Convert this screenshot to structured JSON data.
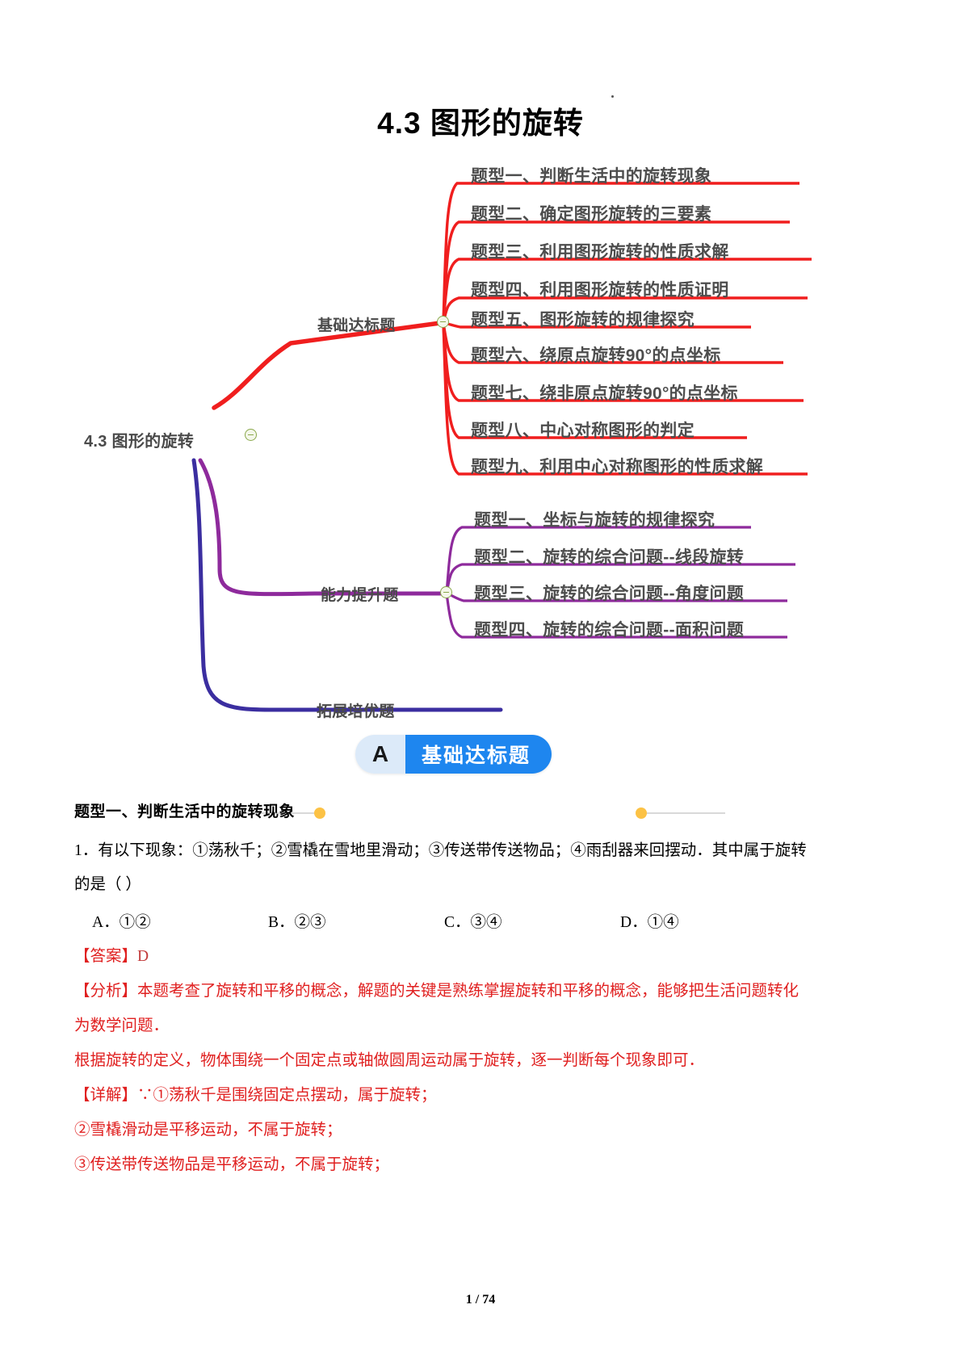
{
  "document": {
    "title": "4.3  图形的旋转",
    "footer": "1 / 74"
  },
  "mindmap": {
    "root": "4.3 图形的旋转",
    "branches": [
      {
        "label": "基础达标题",
        "color": "#f01e1e",
        "items": [
          "题型一、判断生活中的旋转现象",
          "题型二、确定图形旋转的三要素",
          "题型三、利用图形旋转的性质求解",
          "题型四、利用图形旋转的性质证明",
          "题型五、图形旋转的规律探究",
          "题型六、绕原点旋转90°的点坐标",
          "题型七、绕非原点旋转90°的点坐标",
          "题型八、中心对称图形的判定",
          "题型九、利用中心对称图形的性质求解"
        ]
      },
      {
        "label": "能力提升题",
        "color": "#8e2a9c",
        "items": [
          "题型一、坐标与旋转的规律探究",
          "题型二、旋转的综合问题--线段旋转",
          "题型三、旋转的综合问题--角度问题",
          "题型四、旋转的综合问题--面积问题"
        ]
      },
      {
        "label": "拓展培优题",
        "color": "#3b2ea0",
        "items": []
      }
    ]
  },
  "badge": {
    "letter": "A",
    "label": "基础达标题"
  },
  "section": {
    "question_type": "题型一、判断生活中的旋转现象",
    "question_line1": "1．有以下现象：①荡秋千；②雪橇在雪地里滑动；③传送带传送物品；④雨刮器来回摆动．其中属于旋转",
    "question_line2": "的是（  ）",
    "options": [
      "A．①②",
      "B．②③",
      "C．③④",
      "D．①④"
    ],
    "answer_label": "【答案】",
    "answer_value": "D",
    "analysis_label": "【分析】",
    "analysis_line1": "本题考查了旋转和平移的概念，解题的关键是熟练掌握旋转和平移的概念，能够把生活问题转化",
    "analysis_line2": "为数学问题．",
    "analysis_line3": "根据旋转的定义，物体围绕一个固定点或轴做圆周运动属于旋转，逐一判断每个现象即可．",
    "detail_label": "【详解】",
    "detail_line1": "∵①荡秋千是围绕固定点摆动，属于旋转；",
    "detail_line2": "②雪橇滑动是平移运动，不属于旋转；",
    "detail_line3": "③传送带传送物品是平移运动，不属于旋转；"
  },
  "colors": {
    "red_branch": "#f01e1e",
    "purple_branch": "#8e2a9c",
    "navy_branch": "#3b2ea0",
    "badge_blue": "#1e86ef",
    "badge_light": "#dceaf9",
    "dot_yellow": "#fcc245",
    "answer_red": "#e02020"
  }
}
